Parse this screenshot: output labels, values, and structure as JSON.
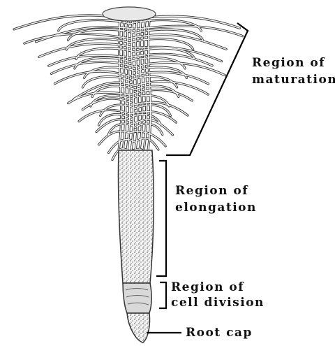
{
  "diagram": {
    "labels": {
      "maturation": [
        "Region of",
        "maturation"
      ],
      "elongation": [
        "Region of",
        "elongation"
      ],
      "cell_division": [
        "Region of",
        "cell division"
      ],
      "root_cap": "Root cap"
    }
  }
}
